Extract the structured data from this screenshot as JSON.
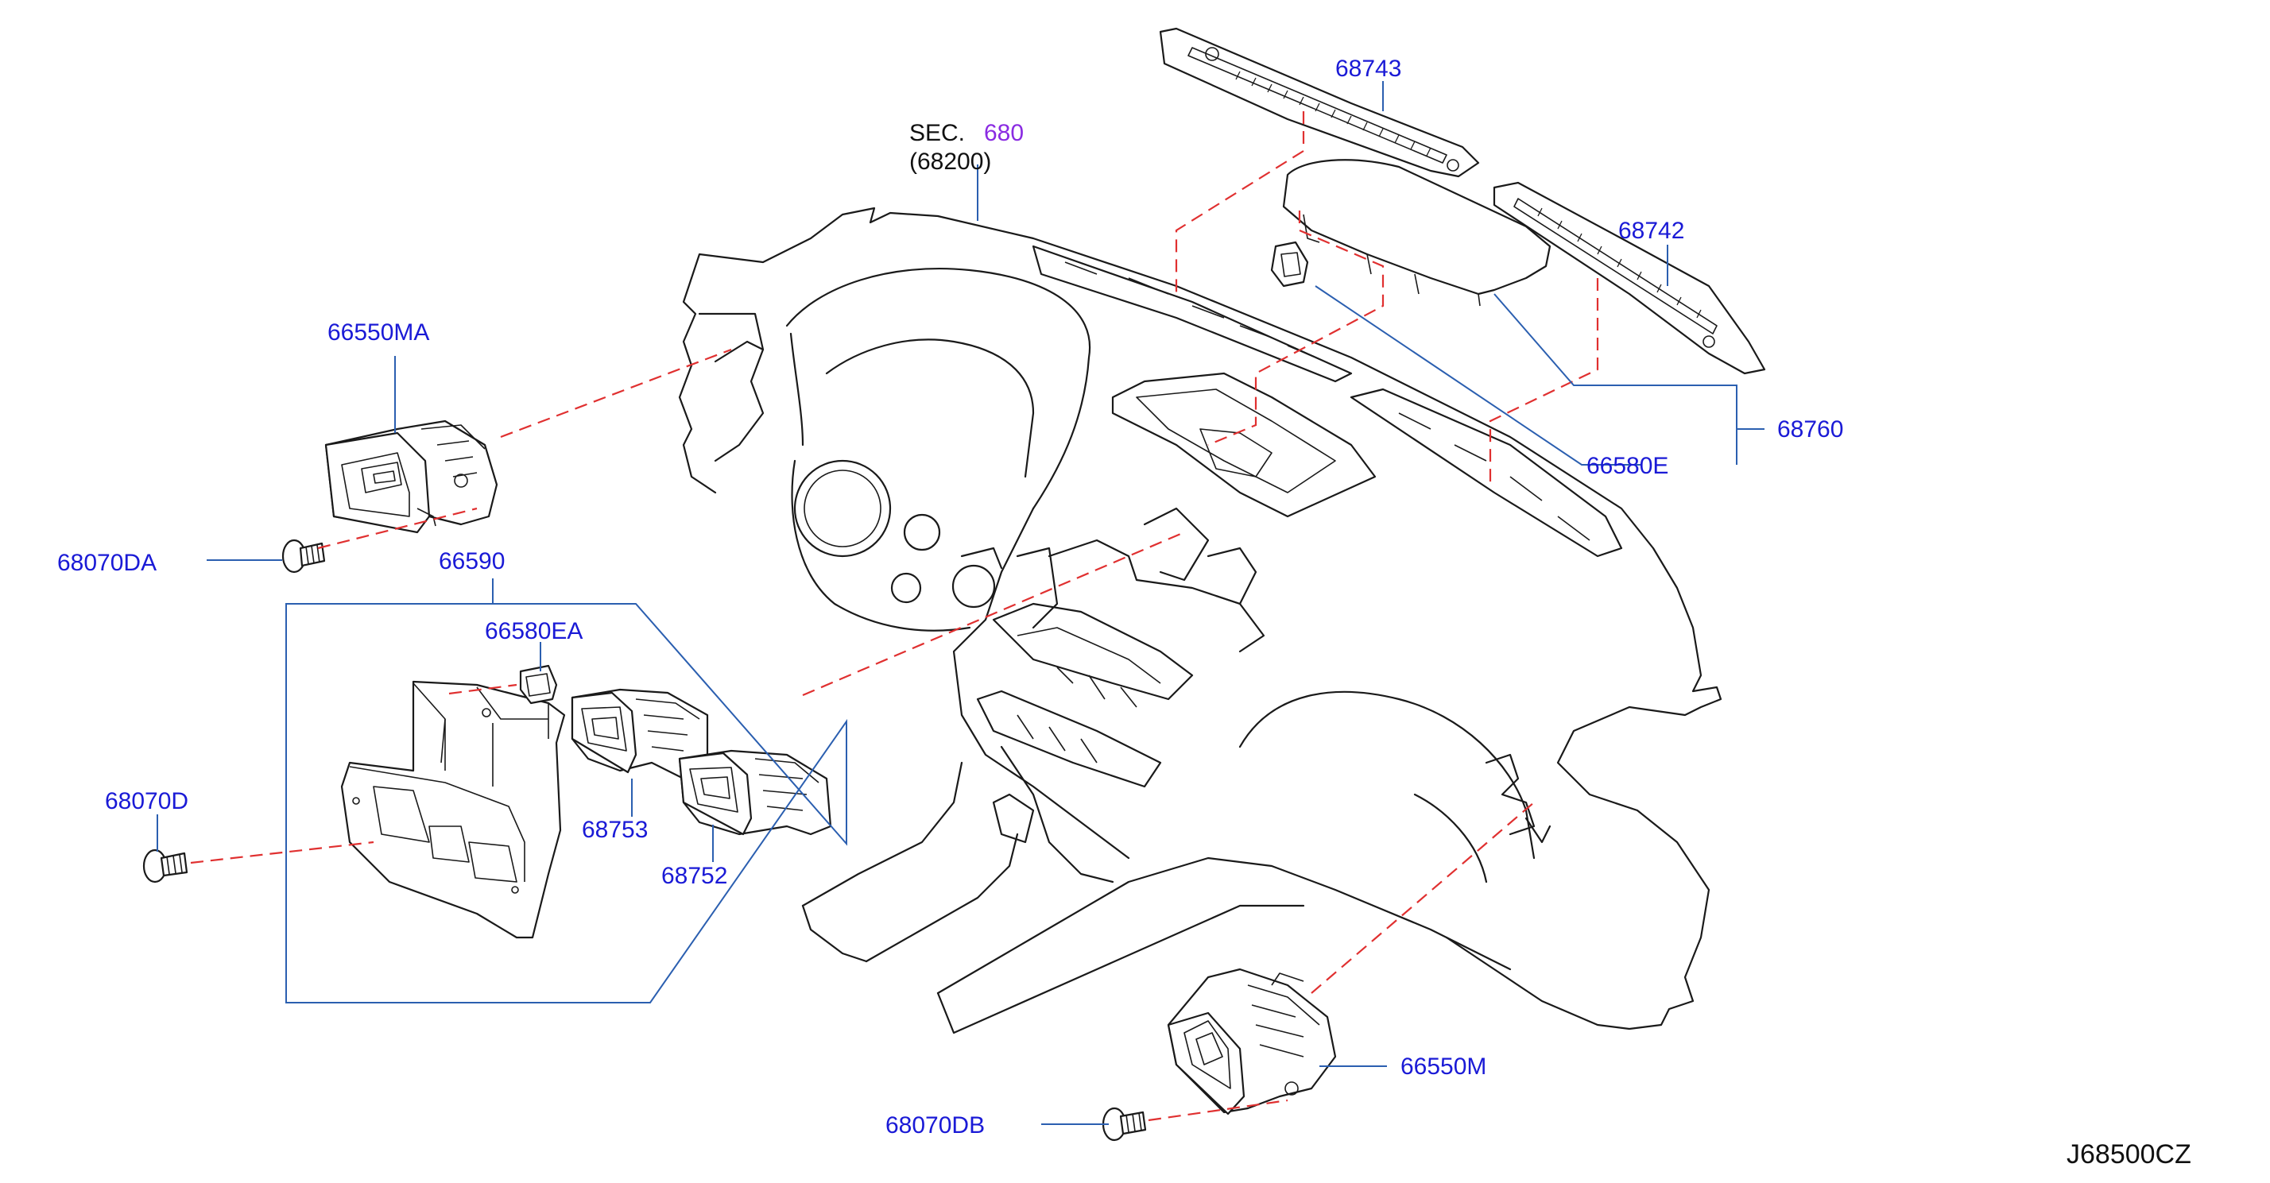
{
  "parts": {
    "p68743": "68743",
    "p68742": "68742",
    "p68760": "68760",
    "p66580E": "66580E",
    "p66550MA": "66550MA",
    "p68070DA": "68070DA",
    "p66590": "66590",
    "p66580EA": "66580EA",
    "p68070D": "68070D",
    "p68753": "68753",
    "p68752": "68752",
    "p66550M": "66550M",
    "p68070DB": "68070DB"
  },
  "section_ref": {
    "prefix": "SEC.",
    "number": "680",
    "sub": "(68200)"
  },
  "drawing_id": "J68500CZ",
  "colors": {
    "part_label": "#1a1ad6",
    "leader_line": "#2b5fb0",
    "dashed_guide": "#e03030",
    "section_link": "#8a2be2",
    "outline": "#1a1a1a"
  }
}
